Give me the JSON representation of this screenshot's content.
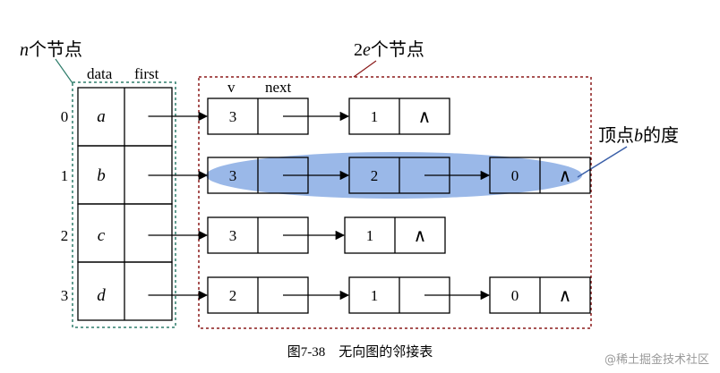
{
  "labels": {
    "n_nodes": {
      "var": "n",
      "text": "个节点"
    },
    "twoE_nodes": {
      "coef": "2",
      "var": "e",
      "text": "个节点"
    },
    "col_data": "data",
    "col_first": "first",
    "col_v": "v",
    "col_next": "next",
    "degree": {
      "prefix": "顶点",
      "var": "b",
      "suffix": "的度"
    },
    "caption": "图7-38　无向图的邻接表",
    "watermark": "@稀土掘金技术社区"
  },
  "vertices": [
    {
      "index": "0",
      "data": "a"
    },
    {
      "index": "1",
      "data": "b"
    },
    {
      "index": "2",
      "data": "c"
    },
    {
      "index": "3",
      "data": "d"
    }
  ],
  "edge_lists": [
    [
      {
        "v": "3"
      },
      {
        "v": "1",
        "last": "∧"
      }
    ],
    [
      {
        "v": "3"
      },
      {
        "v": "2"
      },
      {
        "v": "0",
        "last": "∧"
      }
    ],
    [
      {
        "v": "3"
      },
      {
        "v": "1",
        "last": "∧"
      }
    ],
    [
      {
        "v": "2"
      },
      {
        "v": "1"
      },
      {
        "v": "0",
        "last": "∧"
      }
    ]
  ],
  "colors": {
    "vertex_group_border": "#2e7d6b",
    "edge_group_border": "#8b1a1a",
    "highlight_fill": "#8fb0e6",
    "annotation_line": "#3a5fa8"
  }
}
